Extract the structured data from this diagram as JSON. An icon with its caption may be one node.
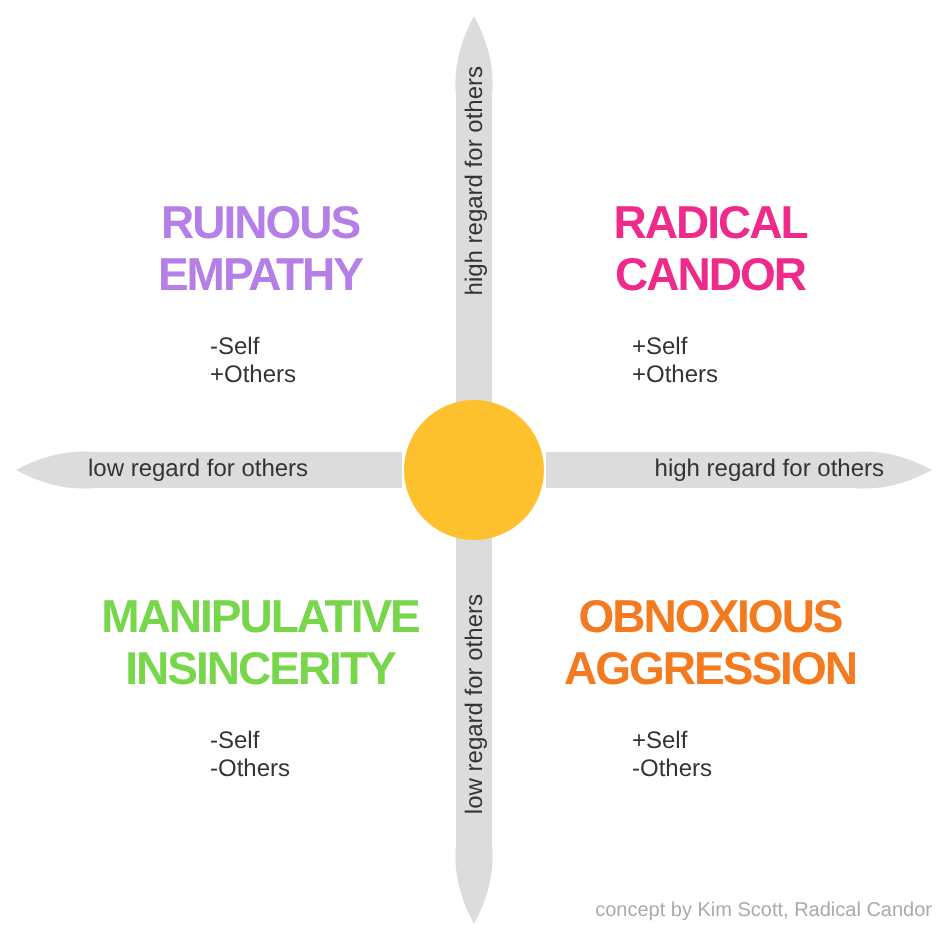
{
  "diagram": {
    "caption": "concept by Kim Scott, Radical Candor",
    "nodes": [
      {
        "text": [
          "high regard for others"
        ]
      },
      {
        "text": [
          "low regard for others"
        ]
      },
      {
        "text": [
          "high regard for others"
        ]
      },
      {
        "text": [
          "low regard for others"
        ]
      }
    ],
    "labels": [
      "RUINOUS EMPATHY",
      "-Self +Others",
      "RADICAL CANDOR",
      "+Self +Others",
      "MANIPULATIVE INSINCERITY",
      "-Self -Others",
      "OBNOXIOUS AGGRESSION",
      "+Self -Others"
    ]
  }
}
